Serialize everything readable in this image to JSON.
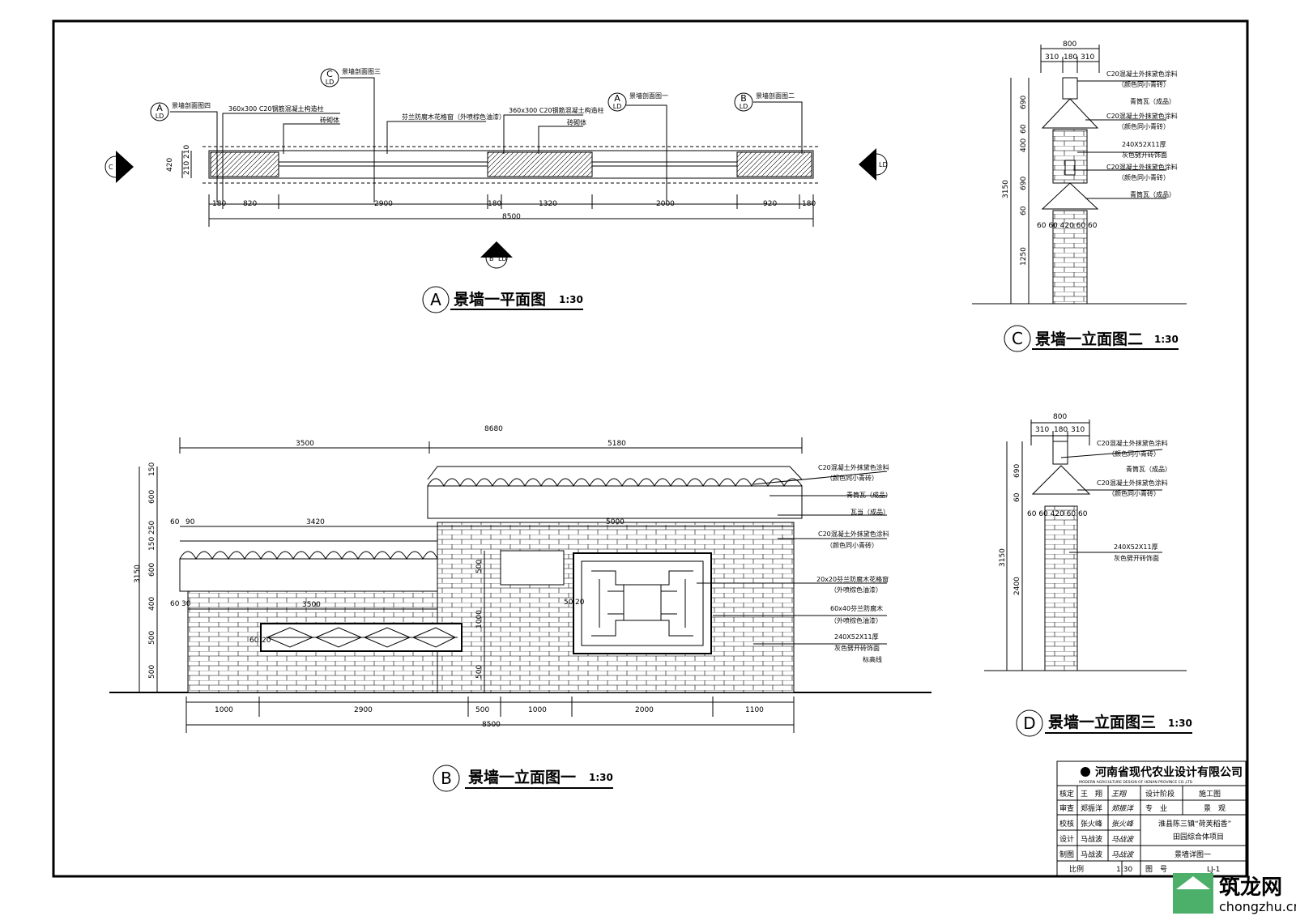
{
  "plan_a": {
    "title": "景墙一平面图",
    "scale": "1:30",
    "marker": "A",
    "section_marks": [
      {
        "letter": "A",
        "sub": "LD",
        "label": "景墙剖面图四"
      },
      {
        "letter": "C",
        "sub": "LD",
        "label": "景墙剖面图三"
      },
      {
        "letter": "A",
        "sub": "LD",
        "label": "景墙剖面图一"
      },
      {
        "letter": "B",
        "sub": "LD",
        "label": "景墙剖面图二"
      }
    ],
    "view_marks": [
      {
        "letter": "C",
        "sub": "LD"
      },
      {
        "letter": "D",
        "sub": "LD"
      },
      {
        "letter": "B",
        "sub": "LD"
      }
    ],
    "notes": [
      "360x300 C20钢筋混凝土构造柱",
      "砖砌体",
      "芬兰防腐木花格窗（外喷棕色油漆）",
      "360x300 C20钢筋混凝土构造柱",
      "砖砌体"
    ],
    "dims_segments": [
      "180",
      "820",
      "2900",
      "180",
      "1320",
      "2000",
      "920",
      "180"
    ],
    "dim_total": "8500",
    "dims_side": [
      "420",
      "210",
      "210"
    ]
  },
  "elev_c": {
    "title": "景墙一立面图二",
    "scale": "1:30",
    "marker": "C",
    "top_dims": [
      "800",
      "310",
      "180",
      "310"
    ],
    "side_dims": [
      "690",
      "60",
      "400",
      "690",
      "60",
      "1250"
    ],
    "total": "3150",
    "base_dims": "60 60  420  60 60",
    "notes": [
      "C20混凝土外抹黛色涂料",
      "（颜色同小青砖）",
      "青筒瓦（成品）",
      "C20混凝土外抹黛色涂料",
      "（颜色同小青砖）",
      "240X52X11厚",
      "灰色劈开砖饰面",
      "C20混凝土外抹黛色涂料",
      "（颜色同小青砖）",
      "青筒瓦（成品）"
    ]
  },
  "elev_b": {
    "title": "景墙一立面图一",
    "scale": "1:30",
    "marker": "B",
    "top_dims": [
      "8680",
      "3500",
      "5180"
    ],
    "mid_dims": [
      "3420",
      "5000",
      "3500"
    ],
    "left_dims": [
      "150",
      "600",
      "250",
      "150",
      "600",
      "400",
      "500",
      "500"
    ],
    "total": "3150",
    "small_dims": [
      "60",
      "90",
      "60",
      "30",
      "60",
      "20",
      "50",
      "20",
      "500",
      "1000",
      "500"
    ],
    "bottom_dims": [
      "1000",
      "2900",
      "500",
      "1000",
      "2000",
      "1100"
    ],
    "bottom_total": "8500",
    "notes": [
      "C20混凝土外抹黛色涂料",
      "（颜色同小青砖）",
      "青筒瓦（成品）",
      "瓦当（成品）",
      "C20混凝土外抹黛色涂料",
      "（颜色同小青砖）",
      "20x20芬兰防腐木花格窗",
      "（外喷棕色油漆）",
      "60x40芬兰防腐木",
      "（外喷棕色油漆）",
      "240X52X11厚",
      "灰色劈开砖饰面",
      "标高线"
    ]
  },
  "elev_d": {
    "title": "景墙一立面图三",
    "scale": "1:30",
    "marker": "D",
    "top_dims": [
      "800",
      "310",
      "180",
      "310"
    ],
    "side_dims": [
      "690",
      "60",
      "2400"
    ],
    "total": "3150",
    "base_dims": "60 60  420  60 60",
    "notes": [
      "C20混凝土外抹黛色涂料",
      "（颜色同小青砖）",
      "青筒瓦（成品）",
      "C20混凝土外抹黛色涂料",
      "（颜色同小青砖）",
      "240X52X11厚",
      "灰色劈开砖饰面"
    ]
  },
  "title_block": {
    "company": "河南省现代农业设计有限公司",
    "company_en": "MODERN AGRICULTURE DESIGN OF HENAN PROVINCE CO.,LTD",
    "rows": [
      {
        "role": "核定",
        "name": "王　翔",
        "sig": "王翔"
      },
      {
        "role": "审查",
        "name": "郑振洋",
        "sig": "郑振洋"
      },
      {
        "role": "校核",
        "name": "张火峰",
        "sig": "张火峰"
      },
      {
        "role": "设计",
        "name": "马战波",
        "sig": "马战波"
      },
      {
        "role": "制图",
        "name": "马战波",
        "sig": "马战波"
      }
    ],
    "stage_label": "设计阶段",
    "stage_value": "施工图",
    "major_label": "专　业",
    "major_value": "景　观",
    "project_line1": "淮县陈三镇“荷芙稻香”",
    "project_line2": "田园综合体项目",
    "drawing_name": "景墙详图一",
    "scale_label": "比例",
    "scale_value": "1:30",
    "no_label": "图　号",
    "no_value": "LJ-1"
  },
  "watermark": {
    "cn": "筑龙网",
    "url": "chongzhu.cn"
  }
}
